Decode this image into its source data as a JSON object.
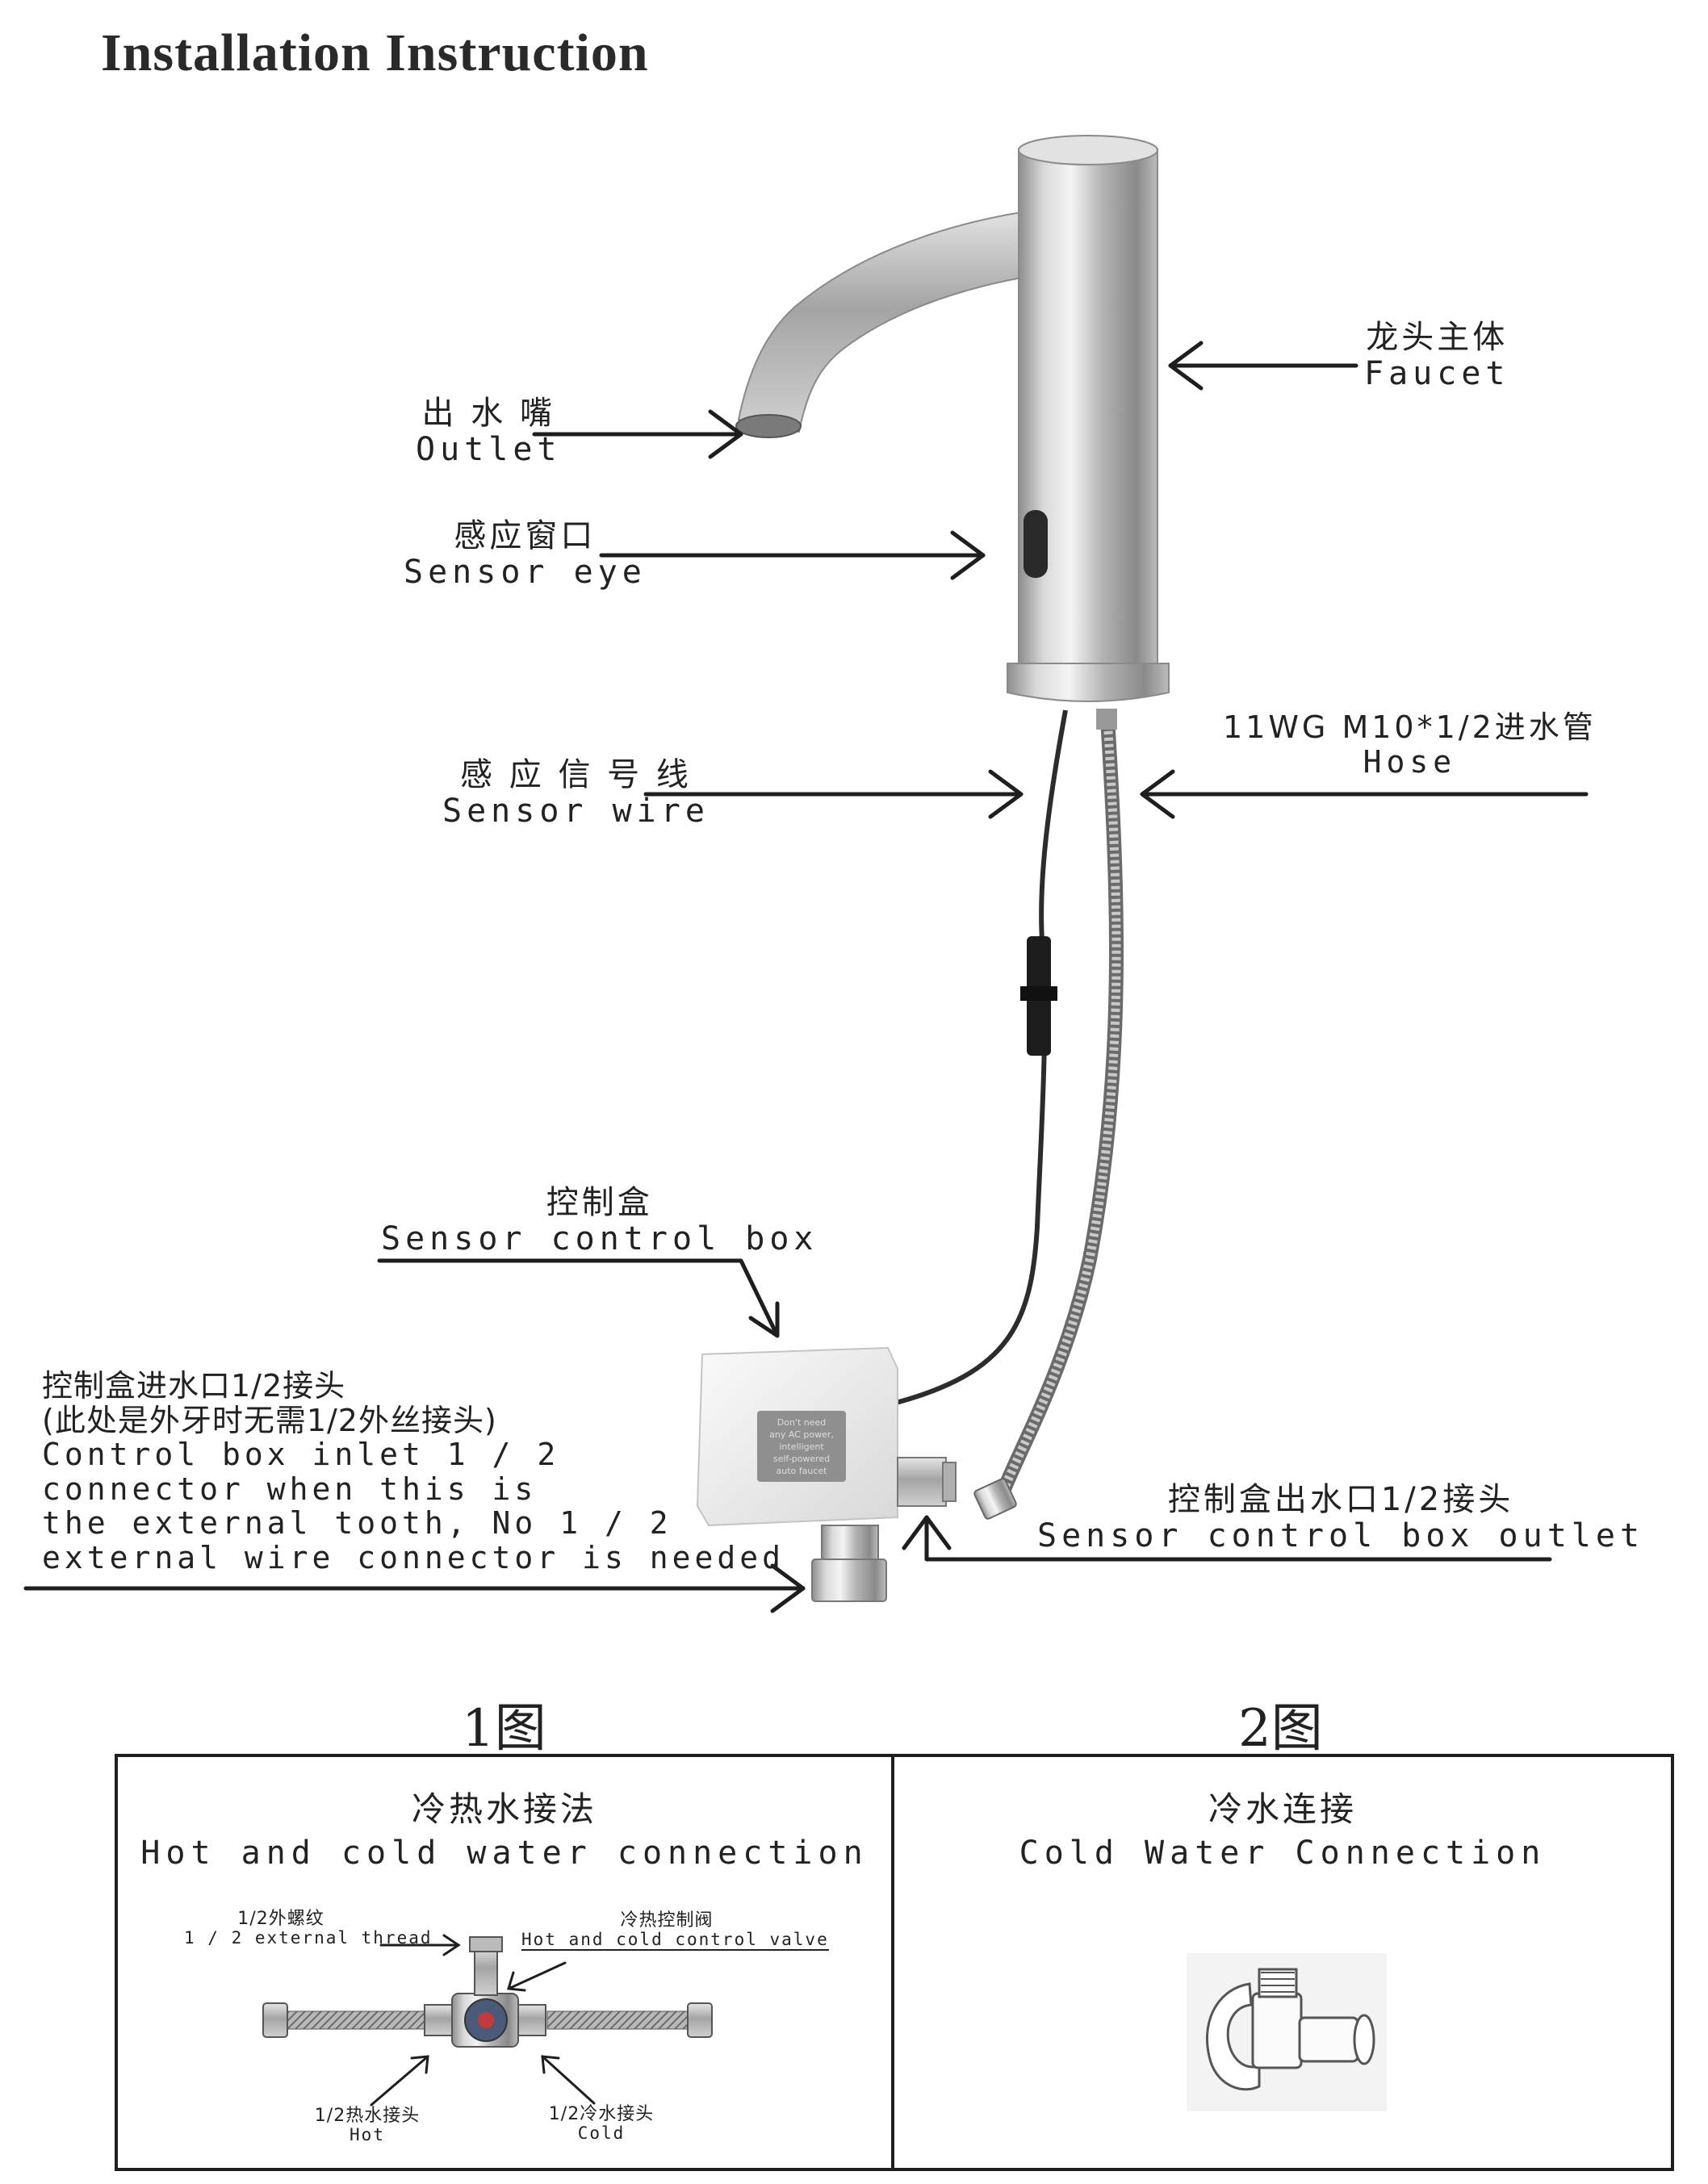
{
  "title": "Installation  Instruction",
  "labels": {
    "faucet": {
      "cn": "龙头主体",
      "en": "Faucet"
    },
    "outlet": {
      "cn": "出 水 嘴",
      "en": "Outlet"
    },
    "sensor_eye": {
      "cn": "感应窗口",
      "en": "Sensor eye"
    },
    "hose": {
      "cn": "11WG M10*1/2进水管",
      "en": "Hose"
    },
    "sensor_wire": {
      "cn": "感 应 信 号 线",
      "en": "Sensor wire"
    },
    "control_box": {
      "cn": "控制盒",
      "en": "Sensor control box"
    },
    "inlet": {
      "cn1": "控制盒进水口1/2接头",
      "cn2": "(此处是外牙时无需1/2外丝接头)",
      "en1": "Control box inlet 1 / 2",
      "en2": "connector when this is",
      "en3": "the external tooth, No 1 / 2",
      "en4": "external wire connector is needed"
    },
    "box_outlet": {
      "cn": "控制盒出水口1/2接头",
      "en": "Sensor control box outlet"
    },
    "box_sticker": [
      "Don't need",
      "any AC power,",
      "intelligent",
      "self-powered",
      "auto faucet"
    ]
  },
  "figures": {
    "fig1_number": "1图",
    "fig2_number": "2图",
    "fig1": {
      "cn": "冷热水接法",
      "en": "Hot and cold water connection",
      "thread": {
        "cn": "1/2外螺纹",
        "en": "1 / 2 external thread"
      },
      "valve": {
        "cn": "冷热控制阀",
        "en": "Hot and cold control valve"
      },
      "hot": {
        "cn": "1/2热水接头",
        "en": "Hot"
      },
      "cold": {
        "cn": "1/2冷水接头",
        "en": "Cold"
      }
    },
    "fig2": {
      "cn": "冷水连接",
      "en": "Cold Water Connection"
    }
  }
}
